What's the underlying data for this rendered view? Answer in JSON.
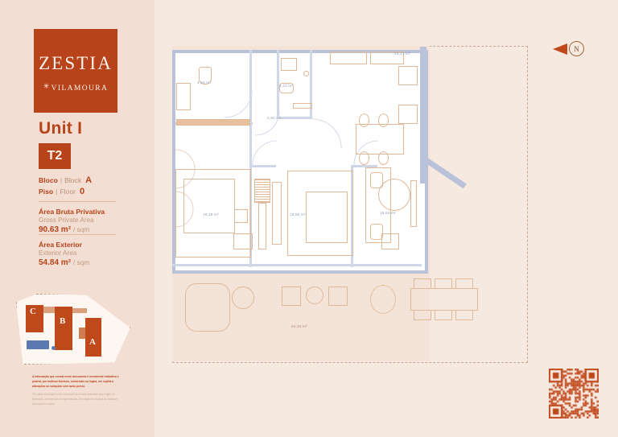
{
  "brand": {
    "name": "ZESTIA",
    "star": "✳",
    "sub": "VILAMOURA",
    "logo_bg": "#b8431a",
    "text_color": "#fdf3ec"
  },
  "unit": {
    "title": "Unit I",
    "type_badge": "T2",
    "block": {
      "label_pt": "Bloco",
      "separator": "|",
      "label_en": "Block",
      "value": "A"
    },
    "floor": {
      "label_pt": "Piso",
      "separator": "|",
      "label_en": "Floor",
      "value": "0"
    },
    "gross_private_area": {
      "label_pt": "Área Bruta Privativa",
      "label_en": "Gross Private Area",
      "value": "90.63 m²",
      "unit": "/ sqm"
    },
    "exterior_area": {
      "label_pt": "Área Exterior",
      "label_en": "Exterior Area",
      "value": "54.84 m²",
      "unit": "/ sqm"
    }
  },
  "site_map": {
    "blocks": [
      {
        "label": "C"
      },
      {
        "label": "B"
      },
      {
        "label": "A"
      }
    ],
    "pool_color": "#5b79b0",
    "block_color": "#c0491c"
  },
  "disclaimer": {
    "pt": "A informação que consta neste documento é meramente indicativa e poderá, por motivos técnicos, comerciais ou legais, ser sujeita a alterações ou variações sem aviso prévio.",
    "en": "The data contained in this document is merely indicative and might, for technical, commercial or legal reasons, be subject to change or variation without prior notice."
  },
  "plan": {
    "compass": {
      "north_label": "N"
    },
    "rooms": [
      {
        "name": "bathroom-suite",
        "area": "4,94 m²"
      },
      {
        "name": "bathroom-main",
        "area": "3,41 m²"
      },
      {
        "name": "hall",
        "area": "2,92 m²"
      },
      {
        "name": "kitchen-dining",
        "area": "13,17 m²"
      },
      {
        "name": "bedroom-master",
        "area": "18,18 m²"
      },
      {
        "name": "bedroom-second",
        "area": "16,85 m²"
      },
      {
        "name": "living-room",
        "area": "16,64 m²"
      },
      {
        "name": "terrace",
        "area": "54,34 m²"
      }
    ]
  }
}
